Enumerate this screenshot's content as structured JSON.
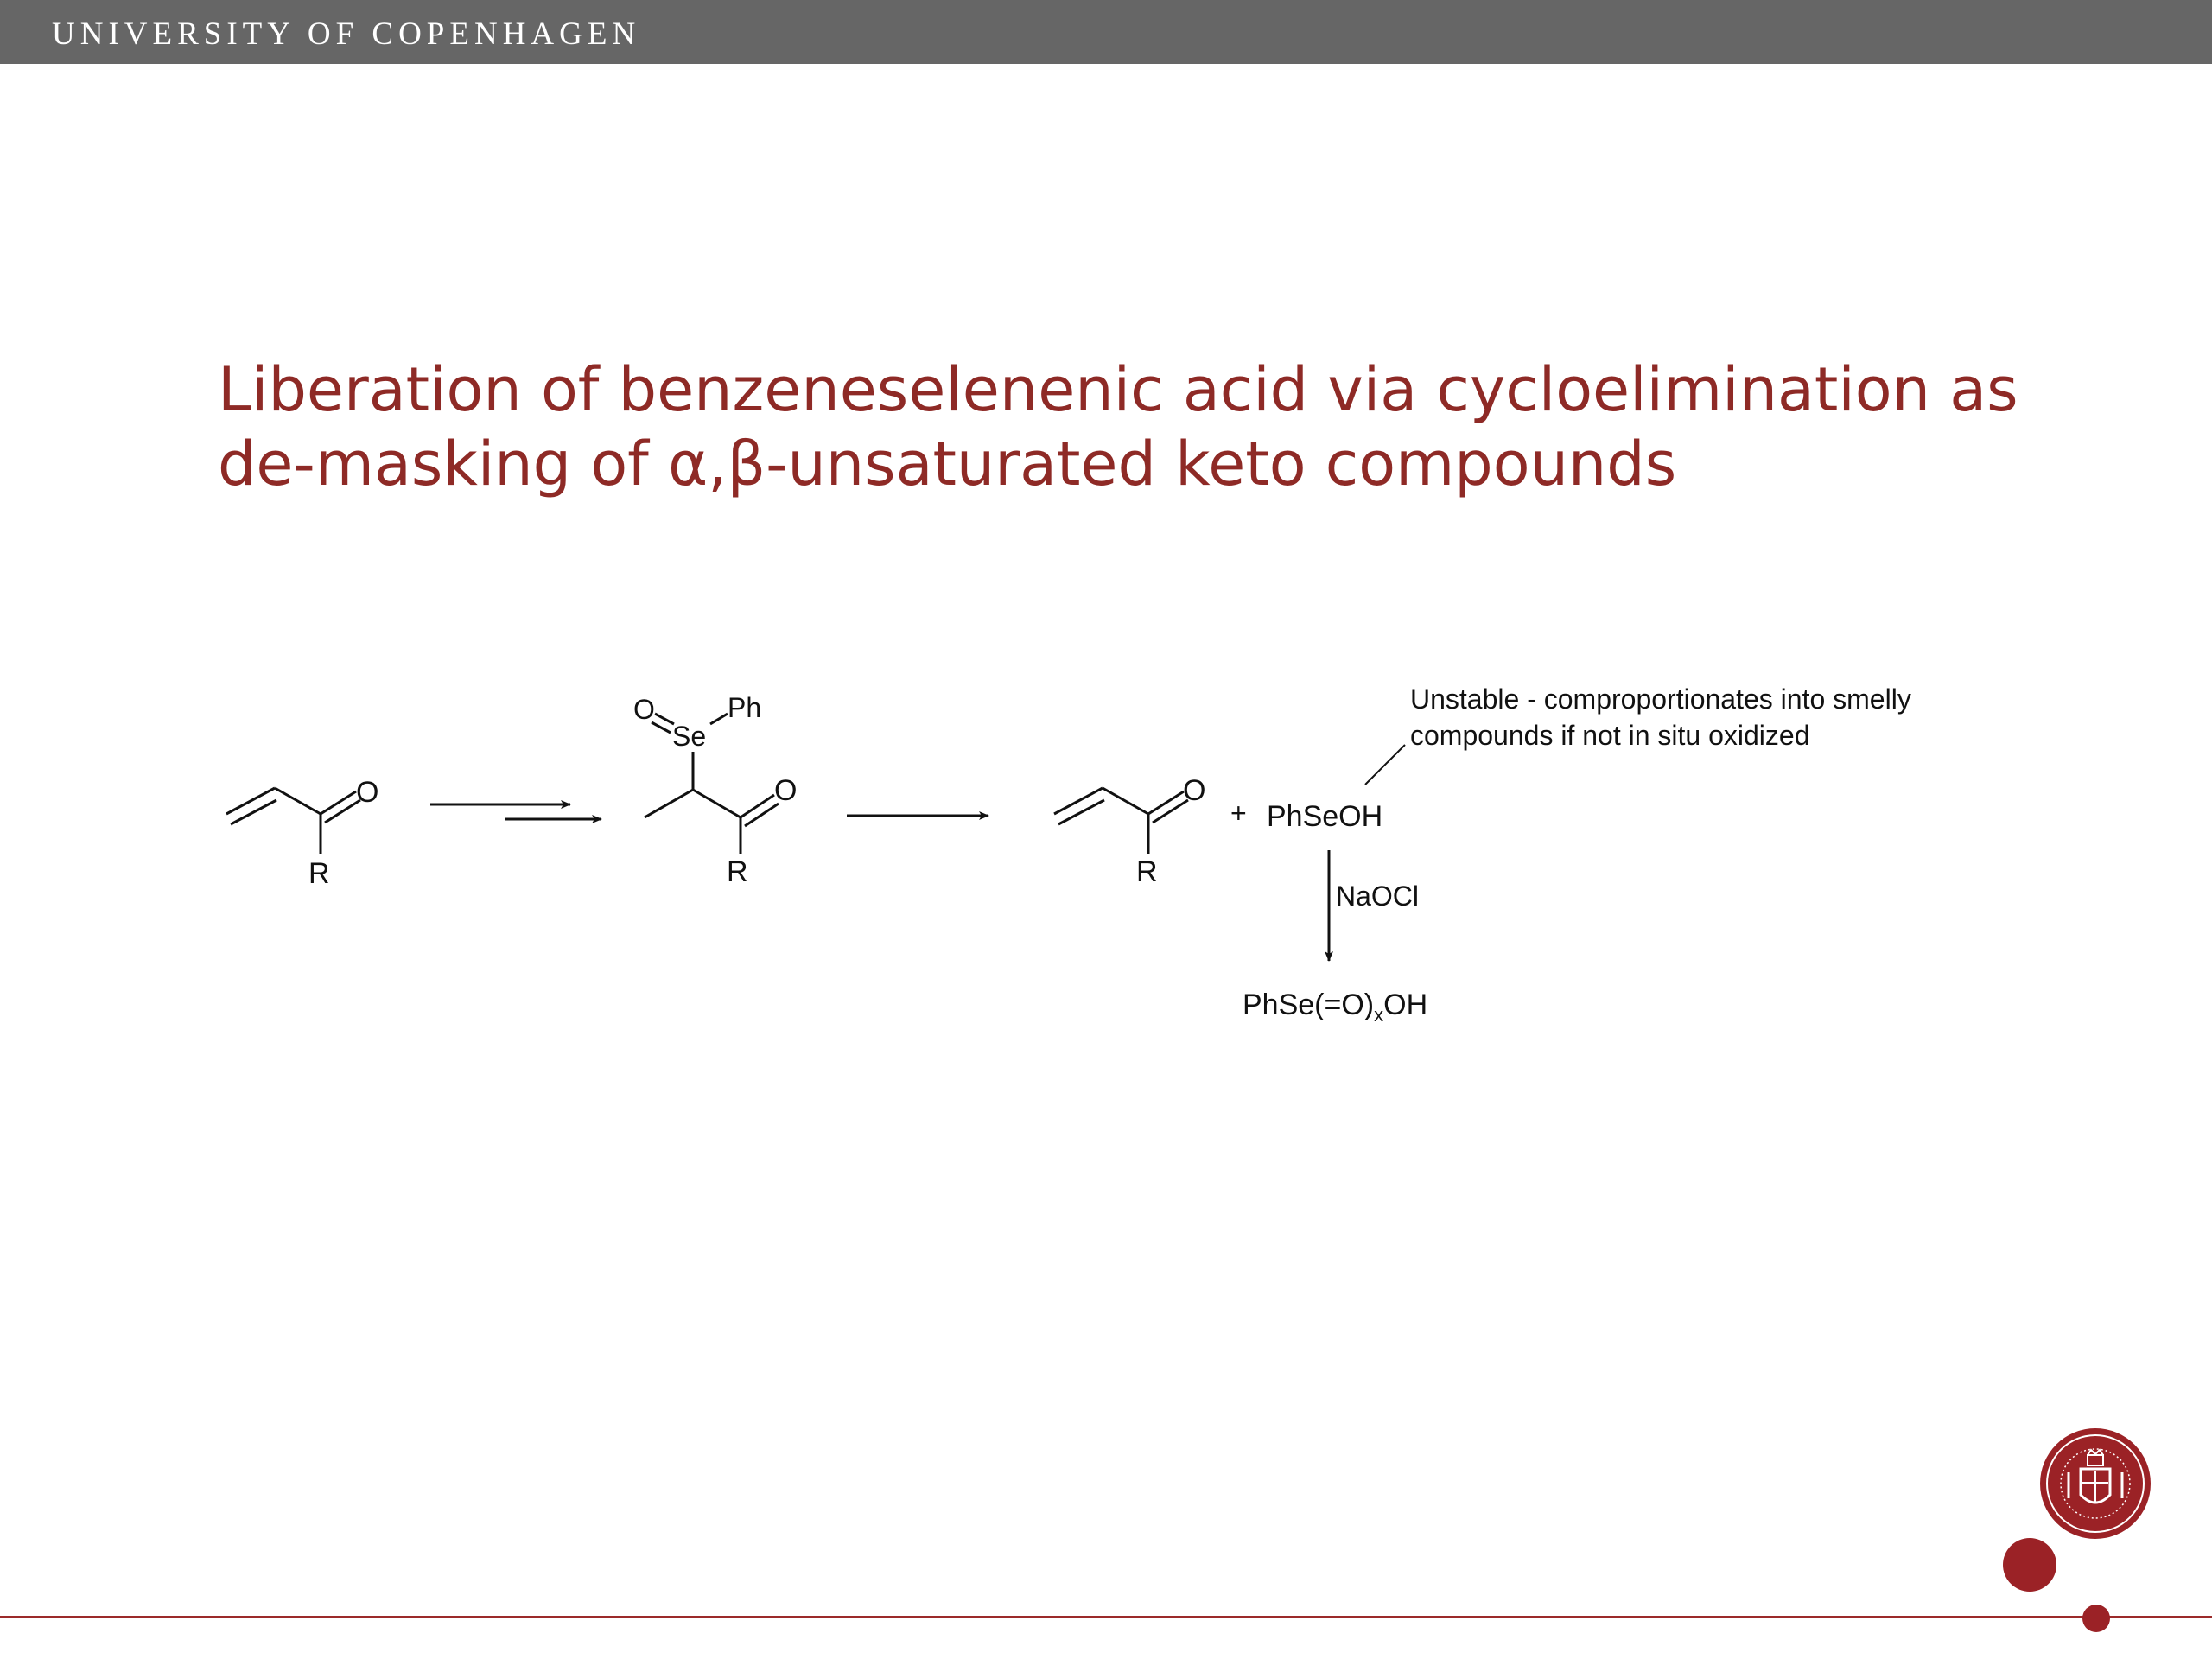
{
  "header": {
    "brand": "UNIVERSITY OF COPENHAGEN"
  },
  "slide": {
    "title_line1": "Liberation of benzeneselenenic acid via cycloelimination as",
    "title_line2": "de-masking of α,β-unsaturated keto compounds"
  },
  "scheme": {
    "labels": {
      "o": "O",
      "r": "R",
      "se": "Se",
      "ph": "Ph",
      "plus": "+",
      "phseoh": "PhSeOH",
      "naocl": "NaOCl",
      "product_pre": "PhSe(=O)",
      "product_sub": "x",
      "product_post": "OH"
    },
    "annotation": {
      "line1": "Unstable - comproportionates into smelly",
      "line2": "compounds if not in situ oxidized"
    }
  },
  "colors": {
    "header_bg": "#666666",
    "title": "#8e2a26",
    "accent": "#9b2226"
  }
}
